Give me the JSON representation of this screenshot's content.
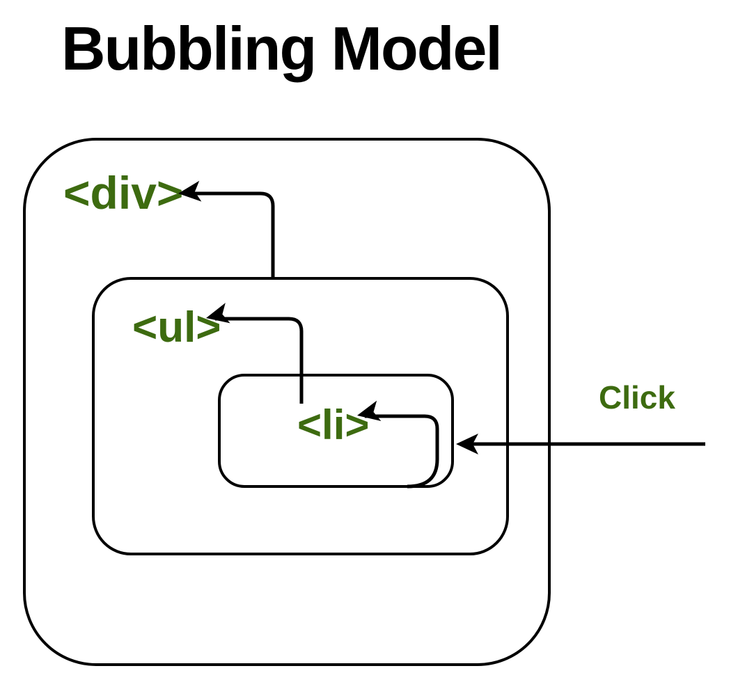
{
  "title": "Bubbling Model",
  "colors": {
    "tag_green": "#3d6b10",
    "line_black": "#000000",
    "background": "#ffffff"
  },
  "diagram": {
    "outer_box_label": "<div>",
    "middle_box_label": "<ul>",
    "inner_box_label": "<li>",
    "click_label": "Click"
  }
}
